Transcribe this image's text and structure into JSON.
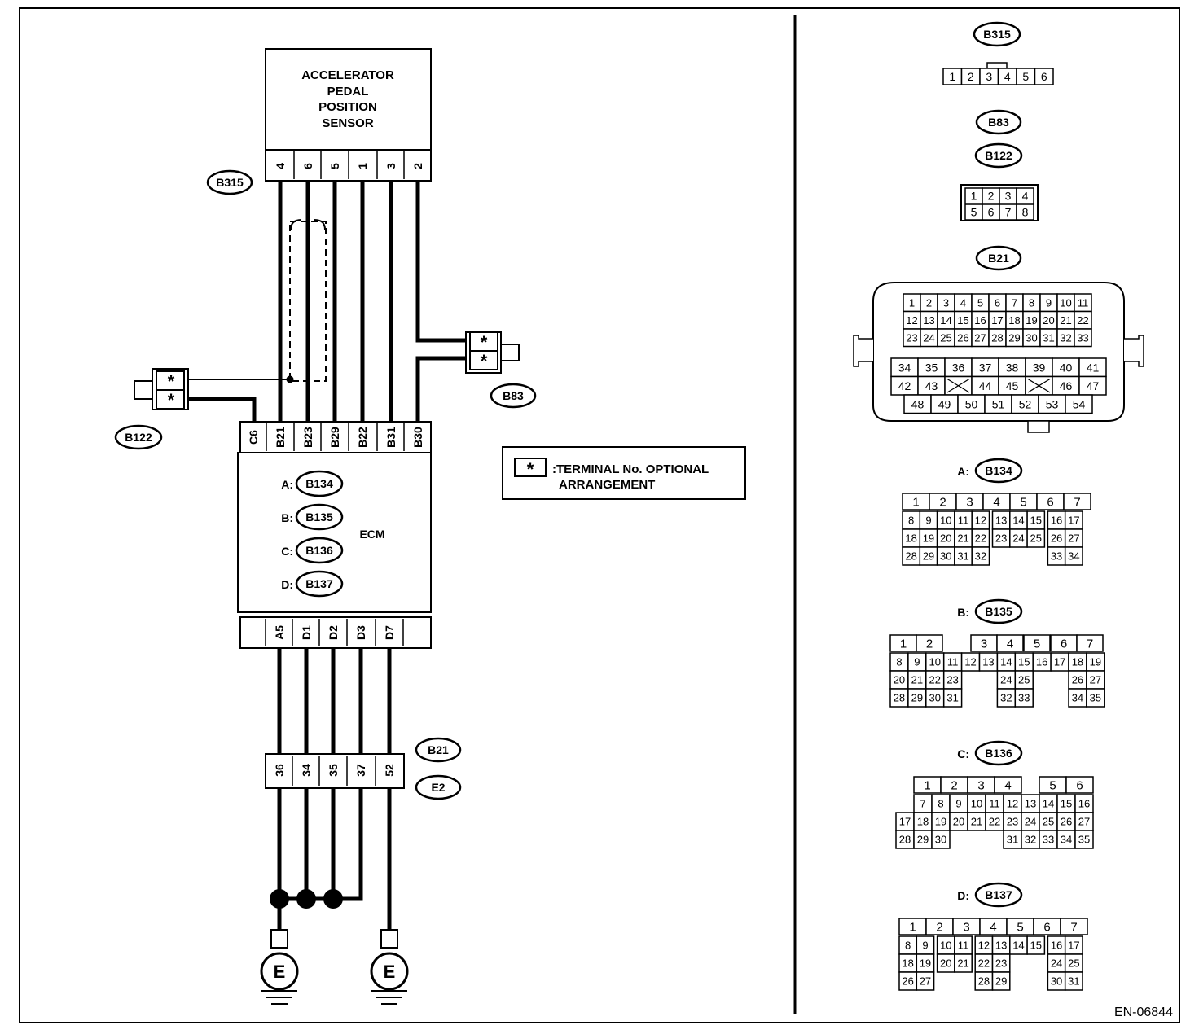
{
  "diagram_id": "EN-06844",
  "sensor": {
    "title_lines": [
      "ACCELERATOR",
      "PEDAL",
      "POSITION",
      "SENSOR"
    ],
    "connector": "B315",
    "pins": [
      "4",
      "6",
      "5",
      "1",
      "3",
      "2"
    ]
  },
  "ecm": {
    "label": "ECM",
    "top_pins": [
      "C6",
      "B21",
      "B23",
      "B29",
      "B22",
      "B31",
      "B30"
    ],
    "bottom_pins": [
      "A5",
      "D1",
      "D2",
      "D3",
      "D7"
    ],
    "connectors": [
      {
        "prefix": "A:",
        "id": "B134"
      },
      {
        "prefix": "B:",
        "id": "B135"
      },
      {
        "prefix": "C:",
        "id": "B136"
      },
      {
        "prefix": "D:",
        "id": "B137"
      }
    ]
  },
  "joint_b83": {
    "id": "B83",
    "pins": [
      "*",
      "*"
    ]
  },
  "joint_b122": {
    "id": "B122",
    "pins": [
      "*",
      "*"
    ]
  },
  "lower_connector": {
    "ids": [
      "B21",
      "E2"
    ],
    "pins": [
      "36",
      "34",
      "35",
      "37",
      "52"
    ]
  },
  "ground_symbol": "E",
  "legend": {
    "symbol": "*",
    "line1": ":TERMINAL No. OPTIONAL",
    "line2": "ARRANGEMENT"
  },
  "connector_views": {
    "b315": {
      "id": "B315",
      "pins": [
        "1",
        "2",
        "3",
        "4",
        "5",
        "6"
      ]
    },
    "b83_b122": {
      "ids": [
        "B83",
        "B122"
      ],
      "rows": [
        [
          "1",
          "2",
          "3",
          "4"
        ],
        [
          "5",
          "6",
          "7",
          "8"
        ]
      ]
    },
    "b21": {
      "id": "B21",
      "upper_rows": [
        [
          "1",
          "2",
          "3",
          "4",
          "5",
          "6",
          "7",
          "8",
          "9",
          "10",
          "11"
        ],
        [
          "12",
          "13",
          "14",
          "15",
          "16",
          "17",
          "18",
          "19",
          "20",
          "21",
          "22"
        ],
        [
          "23",
          "24",
          "25",
          "26",
          "27",
          "28",
          "29",
          "30",
          "31",
          "32",
          "33"
        ]
      ],
      "lower_rows": [
        [
          "34",
          "35",
          "36",
          "37",
          "38",
          "39",
          "40",
          "41"
        ],
        [
          "42",
          "43",
          "",
          "44",
          "45",
          "",
          "46",
          "47"
        ],
        [
          "48",
          "49",
          "50",
          "51",
          "52",
          "53",
          "54"
        ]
      ]
    },
    "b134": {
      "prefix": "A:",
      "id": "B134",
      "head": [
        "1",
        "2",
        "3",
        "4",
        "5",
        "6",
        "7"
      ],
      "rows": [
        [
          "8",
          "9",
          "10",
          "11",
          "12",
          "13",
          "14",
          "15",
          "16",
          "17"
        ],
        [
          "18",
          "19",
          "20",
          "21",
          "22",
          "23",
          "24",
          "25",
          "26",
          "27"
        ],
        [
          "28",
          "29",
          "30",
          "31",
          "32",
          "",
          "",
          "",
          "33",
          "34"
        ]
      ]
    },
    "b135": {
      "prefix": "B:",
      "id": "B135",
      "head": [
        "1",
        "2",
        "",
        "3",
        "4",
        "5",
        "6",
        "7"
      ],
      "rows": [
        [
          "8",
          "9",
          "10",
          "11",
          "12",
          "13",
          "14",
          "15",
          "16",
          "17",
          "18",
          "19"
        ],
        [
          "20",
          "21",
          "22",
          "23",
          "",
          "",
          "24",
          "25",
          "",
          "",
          "26",
          "27"
        ],
        [
          "28",
          "29",
          "30",
          "31",
          "",
          "",
          "32",
          "33",
          "",
          "",
          "34",
          "35"
        ]
      ]
    },
    "b136": {
      "prefix": "C:",
      "id": "B136",
      "head": [
        "",
        "1",
        "2",
        "3",
        "4",
        "",
        "5",
        "6"
      ],
      "rows": [
        [
          "",
          "7",
          "8",
          "9",
          "10",
          "11",
          "12",
          "13",
          "14",
          "15",
          "16"
        ],
        [
          "17",
          "18",
          "19",
          "20",
          "21",
          "22",
          "23",
          "24",
          "25",
          "26",
          "27"
        ],
        [
          "28",
          "29",
          "30",
          "",
          "",
          "",
          "31",
          "32",
          "33",
          "34",
          "35"
        ]
      ]
    },
    "b137": {
      "prefix": "D:",
      "id": "B137",
      "head": [
        "1",
        "2",
        "3",
        "4",
        "5",
        "6",
        "7"
      ],
      "rows": [
        [
          "8",
          "9",
          "10",
          "11",
          "12",
          "13",
          "14",
          "15",
          "16",
          "17"
        ],
        [
          "18",
          "19",
          "20",
          "21",
          "22",
          "23",
          "",
          "",
          "24",
          "25"
        ],
        [
          "26",
          "27",
          "",
          "",
          "28",
          "29",
          "",
          "",
          "30",
          "31"
        ]
      ]
    }
  }
}
